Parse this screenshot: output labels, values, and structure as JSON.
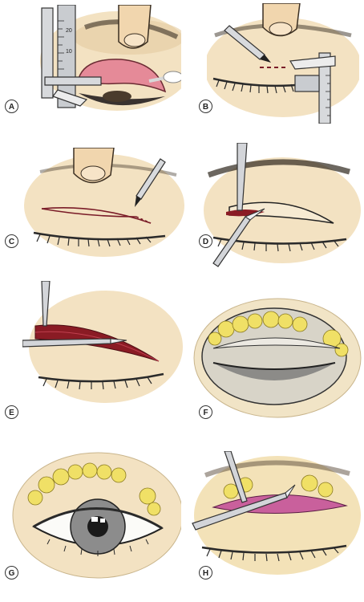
{
  "figure": {
    "panels": [
      {
        "label": "A"
      },
      {
        "label": "B"
      },
      {
        "label": "C"
      },
      {
        "label": "D"
      },
      {
        "label": "E"
      },
      {
        "label": "F"
      },
      {
        "label": "G"
      },
      {
        "label": "H"
      }
    ],
    "caliper_a_marks": [
      "20",
      "10"
    ],
    "colors": {
      "skin": "#f3e2c2",
      "skin_shadow": "#e4cba0",
      "conjunctiva": "#e58a98",
      "incision": "#7a1c28",
      "fat": "#f0e066",
      "lashes": "#2a2a2a",
      "instrument": "#b9bcc0"
    },
    "icons": [
      "caliper-icon",
      "marking-pen-icon",
      "forceps-icon",
      "scissors-icon",
      "cotton-swab-icon",
      "finger-icon"
    ]
  }
}
